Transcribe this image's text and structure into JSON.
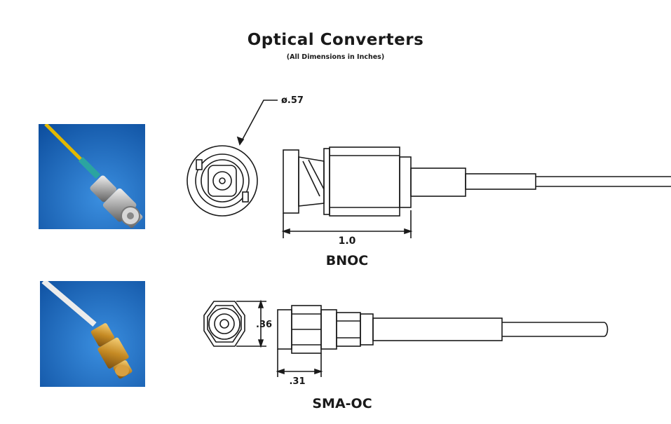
{
  "header": {
    "title": "Optical Converters",
    "subtitle": "(All Dimensions in Inches)"
  },
  "connectors": [
    {
      "name": "BNOC",
      "diameter_label": "ø.57",
      "length_label": "1.0",
      "photo_icon": "bnc-connector-photo",
      "cable_color": "#d9b300"
    },
    {
      "name": "SMA-OC",
      "height_label": ".36",
      "width_label": ".31",
      "photo_icon": "sma-connector-photo",
      "cable_color": "#e8e8e8"
    }
  ],
  "colors": {
    "photo_background": "#1f6fc4",
    "line": "#1a1a1a",
    "gold": "#c89030",
    "silver": "#b8b8b8"
  }
}
